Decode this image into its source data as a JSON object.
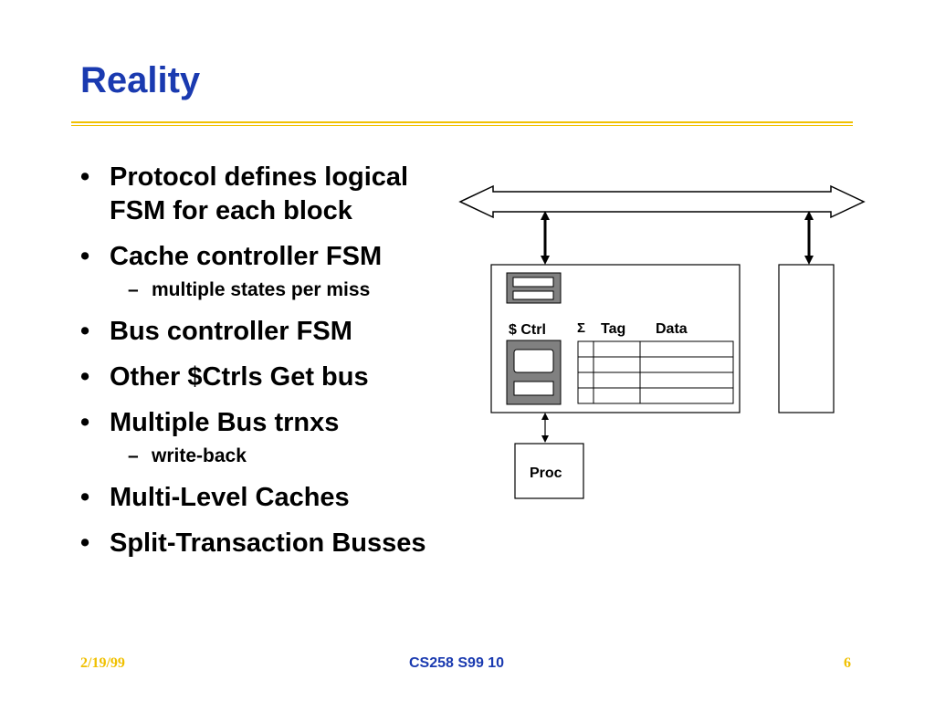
{
  "slide": {
    "title": "Reality"
  },
  "bullets": [
    {
      "text": "Protocol defines logical FSM for each block"
    },
    {
      "text": "Cache controller FSM",
      "sub": "multiple states per miss"
    },
    {
      "text": "Bus controller FSM"
    },
    {
      "text": "Other $Ctrls Get bus"
    },
    {
      "text": "Multiple Bus trnxs",
      "sub": "write-back"
    },
    {
      "text": "Multi-Level Caches"
    },
    {
      "text": "Split-Transaction Busses"
    }
  ],
  "diagram": {
    "ctrl_label": "$ Ctrl",
    "sigma": "Σ",
    "tag_label": "Tag",
    "data_label": "Data",
    "proc_label": "Proc"
  },
  "footer": {
    "date": "2/19/99",
    "course": "CS258 S99 10",
    "page": "6"
  },
  "colors": {
    "title": "#1a3ab0",
    "rule": "#f0c000",
    "footer_accent": "#f0c000"
  }
}
